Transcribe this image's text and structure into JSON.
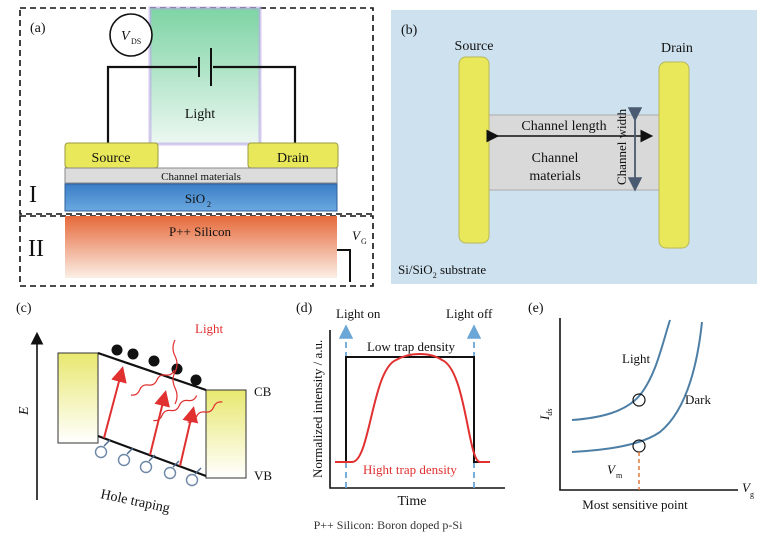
{
  "panel_a": {
    "tag": "(a)",
    "vds_main": "V",
    "vds_sub": "DS",
    "light": "Light",
    "source": "Source",
    "drain": "Drain",
    "channel_materials": "Channel materials",
    "sio2_main": "SiO",
    "sio2_sub": "2",
    "silicon": "P++ Silicon",
    "vg_main": "V",
    "vg_sub": "G",
    "region_1": "I",
    "region_2": "II"
  },
  "panel_b": {
    "tag": "(b)",
    "source": "Source",
    "drain": "Drain",
    "channel_length": "Channel length",
    "channel_materials_1": "Channel",
    "channel_materials_2": "materials",
    "channel_width": "Channel width",
    "substrate_main": "Si/SiO",
    "substrate_sub": "2",
    "substrate_tail": " substrate"
  },
  "panel_c": {
    "tag": "(c)",
    "light": "Light",
    "energy_axis": "E",
    "cb": "CB",
    "vb": "VB",
    "hole_trapping": "Hole traping"
  },
  "panel_d": {
    "tag": "(d)",
    "light_on": "Light on",
    "light_off": "Light off",
    "low_trap": "Low trap density",
    "high_trap": "Hight trap density",
    "ylabel": "Normalized intensity / a.u.",
    "xlabel": "Time"
  },
  "panel_e": {
    "tag": "(e)",
    "light": "Light",
    "dark": "Dark",
    "ids_main": "I",
    "ids_sub": "ds",
    "vm_main": "V",
    "vm_sub": "m",
    "vg_main": "V",
    "vg_sub": "g",
    "sensitive_point": "Most sensitive point"
  },
  "caption": "P++ Silicon: Boron doped p-Si",
  "colors": {
    "electrode": "#e8e85a",
    "oxide": "#4a8fd4",
    "panel_b_bg": "#cde1ee",
    "curve_red": "#e03030",
    "curve_blue": "#4d7fa6",
    "dash_blue": "#6aa6d6"
  }
}
